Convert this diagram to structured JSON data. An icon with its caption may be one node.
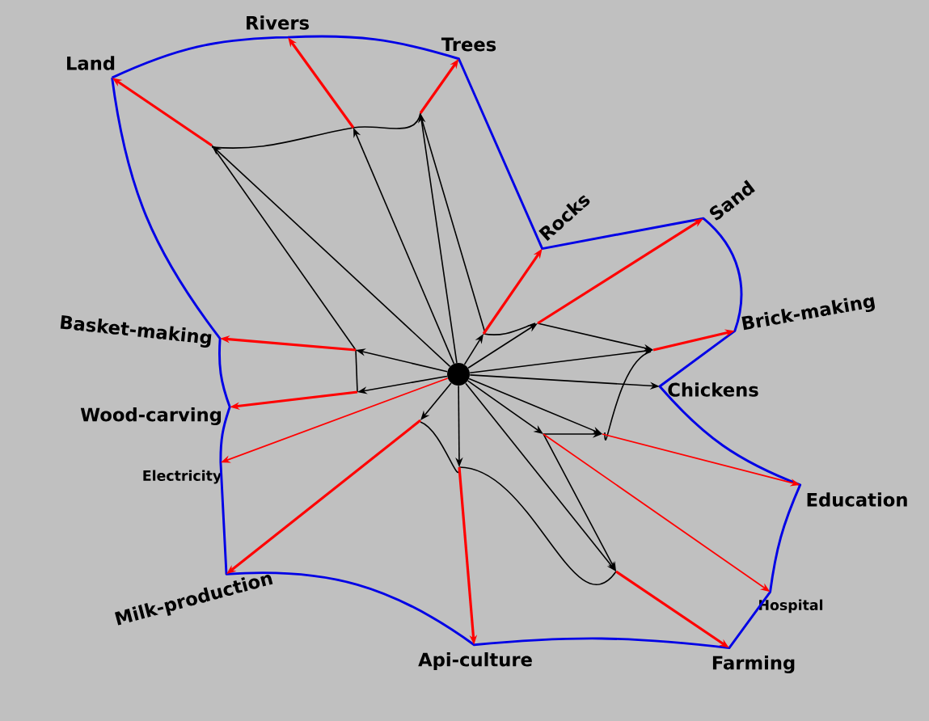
{
  "diagram": {
    "nodes": [
      {
        "text": [],
        "shape": "circle"
      },
      {
        "text": [
          "Land"
        ]
      },
      {
        "text": [
          "Rivers"
        ]
      },
      {
        "text": [
          "Trees"
        ]
      },
      {
        "text": [
          "Rocks"
        ]
      },
      {
        "text": [
          "Sand"
        ]
      },
      {
        "text": [
          "Brick-making"
        ]
      },
      {
        "text": [
          "Basket-making"
        ]
      },
      {
        "text": [
          "Wood-carving"
        ]
      },
      {
        "text": [
          "Electricity"
        ]
      },
      {
        "text": [
          "Chickens"
        ]
      },
      {
        "text": [
          "Education"
        ]
      },
      {
        "text": [
          "Milk-production"
        ]
      },
      {
        "text": [
          "Hospital"
        ]
      },
      {
        "text": [
          "Api-culture"
        ]
      },
      {
        "text": [
          "Farming"
        ]
      }
    ],
    "edges": [
      {
        "from": 0,
        "to": null,
        "arrow": "to",
        "color": "#000000"
      },
      {
        "from": null,
        "to": 1,
        "arrow": "to",
        "color": "#ff0000"
      },
      {
        "from": 0,
        "to": null,
        "arrow": "to",
        "color": "#000000"
      },
      {
        "from": null,
        "to": 2,
        "arrow": "to",
        "color": "#ff0000"
      },
      {
        "from": 0,
        "to": null,
        "arrow": "to",
        "color": "#000000"
      },
      {
        "from": null,
        "to": 3,
        "arrow": "to",
        "color": "#ff0000"
      },
      {
        "from": 0,
        "to": null,
        "arrow": "to",
        "color": "#000000"
      },
      {
        "from": null,
        "to": 4,
        "arrow": "to",
        "color": "#ff0000"
      },
      {
        "from": 0,
        "to": null,
        "arrow": "to",
        "color": "#000000"
      },
      {
        "from": null,
        "to": 5,
        "arrow": "to",
        "color": "#ff0000"
      },
      {
        "from": 0,
        "to": null,
        "arrow": "to",
        "color": "#000000"
      },
      {
        "from": null,
        "to": 6,
        "arrow": "to",
        "color": "#ff0000"
      },
      {
        "from": 0,
        "to": null,
        "arrow": "to",
        "color": "#000000"
      },
      {
        "from": null,
        "to": 7,
        "arrow": "to",
        "color": "#ff0000"
      },
      {
        "from": 0,
        "to": null,
        "arrow": "to",
        "color": "#000000"
      },
      {
        "from": null,
        "to": 8,
        "arrow": "to",
        "color": "#ff0000"
      },
      {
        "from": 0,
        "to": 9,
        "arrow": "to",
        "color": "#ff0000"
      },
      {
        "from": 0,
        "to": 10,
        "arrow": "to",
        "color": "#000000"
      },
      {
        "from": 0,
        "to": null,
        "arrow": "to",
        "color": "#000000"
      },
      {
        "from": null,
        "to": 11,
        "arrow": "to",
        "color": "#ff0000"
      },
      {
        "from": 0,
        "to": null,
        "arrow": "to",
        "color": "#000000"
      },
      {
        "from": null,
        "to": 12,
        "arrow": "to",
        "color": "#ff0000"
      },
      {
        "from": 0,
        "to": null,
        "arrow": "to",
        "color": "#000000"
      },
      {
        "from": null,
        "to": 13,
        "arrow": "to",
        "color": "#ff0000"
      },
      {
        "from": 0,
        "to": null,
        "arrow": "to",
        "color": "#000000"
      },
      {
        "from": null,
        "to": 14,
        "arrow": "to",
        "color": "#ff0000"
      },
      {
        "from": 0,
        "to": null,
        "arrow": "to",
        "color": "#000000"
      },
      {
        "from": null,
        "to": 15,
        "arrow": "to",
        "color": "#ff0000"
      }
    ]
  }
}
